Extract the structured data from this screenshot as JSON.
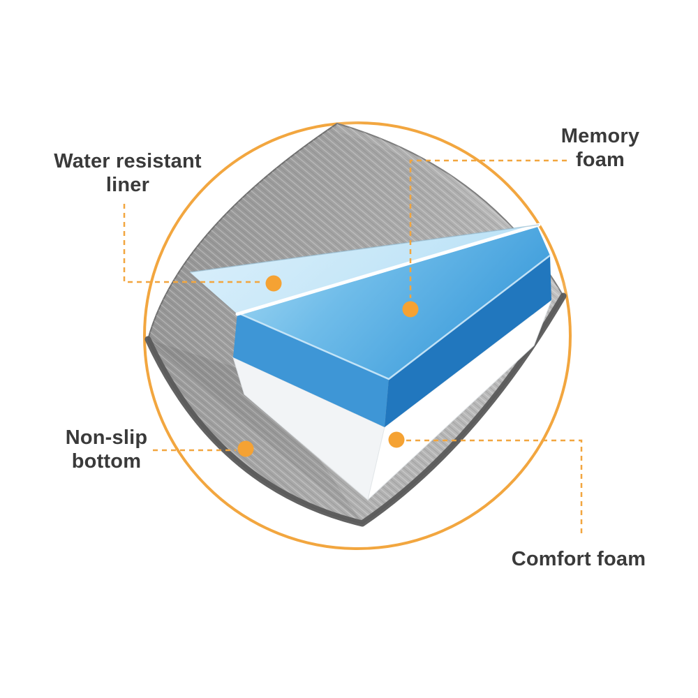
{
  "scene": {
    "background": "#FFFFFF",
    "labels": {
      "water_liner": {
        "line1": "Water resistant",
        "line2": "liner"
      },
      "memory_foam": {
        "line1": "Memory",
        "line2": "foam"
      },
      "nonslip_bottom": {
        "line1": "Non-slip",
        "line2": "bottom"
      },
      "comfort_foam": {
        "line1": "Comfort foam"
      }
    },
    "colors": {
      "accent_orange": "#F2A63F",
      "dot_orange": "#F5A233",
      "fabric_gray": "#9E9E9E",
      "fabric_gray_dark": "#5A5A5A",
      "liner_blue_light": "#D6EDFA",
      "memory_blue": "#3D9CDB",
      "memory_blue_deep": "#2177BE",
      "comfort_white": "#FFFFFF",
      "text_dark": "#3A3A3A"
    }
  }
}
